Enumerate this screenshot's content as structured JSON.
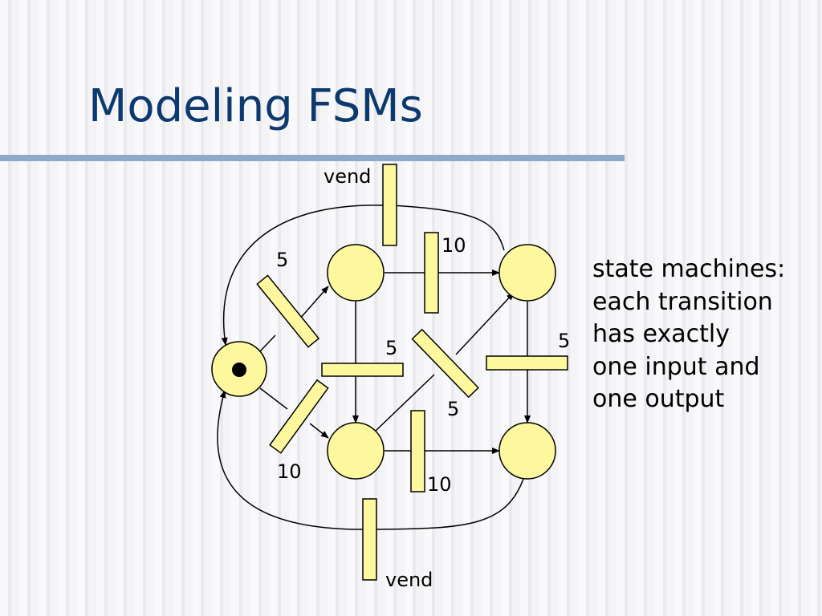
{
  "slide": {
    "title": "Modeling FSMs",
    "caption_lines": [
      "state machines:",
      "each transition",
      "has exactly",
      "one input and",
      "one output"
    ]
  },
  "colors": {
    "title": "#0d3a6e",
    "rule": "#8eaacb",
    "place_fill": "#fdf79e",
    "transition_fill": "#fdf79e",
    "stroke": "#000000"
  },
  "diagram": {
    "places": [
      {
        "id": "p0",
        "tokens": 1
      },
      {
        "id": "p5",
        "tokens": 0
      },
      {
        "id": "p15",
        "tokens": 0
      },
      {
        "id": "p10",
        "tokens": 0
      },
      {
        "id": "p20",
        "tokens": 0
      }
    ],
    "transitions": [
      {
        "id": "t-vend-top",
        "label": "vend"
      },
      {
        "id": "t-5-p0-p5",
        "label": "5"
      },
      {
        "id": "t-10-p5-p15",
        "label": "10"
      },
      {
        "id": "t-5-p5-p10",
        "label": "5"
      },
      {
        "id": "t-5-p10-p15",
        "label": "5"
      },
      {
        "id": "t-5-p15-p20",
        "label": "5"
      },
      {
        "id": "t-10-p0-p10",
        "label": "10"
      },
      {
        "id": "t-10-p10-p20",
        "label": "10"
      },
      {
        "id": "t-vend-bottom",
        "label": "vend"
      }
    ]
  }
}
